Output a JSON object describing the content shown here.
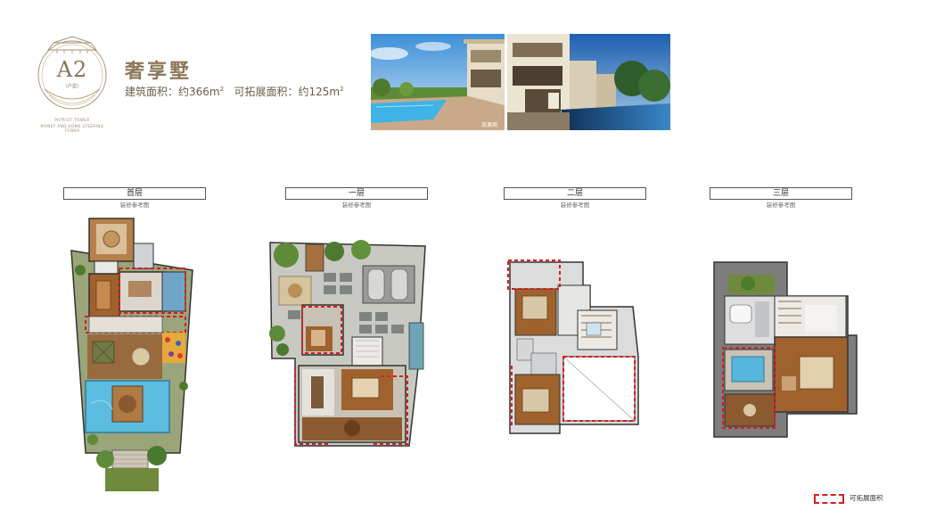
{
  "logo": {
    "code": "A2",
    "subcode": "(户型)",
    "caption_line1": "PATRIOT TOWER",
    "caption_line2": "MONEY AND HOME STEERING TOWER"
  },
  "header": {
    "title": "奢享墅",
    "area_label": "建筑面积：约366m",
    "area_sup": "2",
    "ext_label": "可拓展面积：约125m",
    "ext_sup": "2"
  },
  "photos": {
    "tag": "效果图"
  },
  "floors": [
    {
      "name": "首层",
      "sub": "装修参考图"
    },
    {
      "name": "一层",
      "sub": "装修参考图"
    },
    {
      "name": "二层",
      "sub": "装修参考图"
    },
    {
      "name": "三层",
      "sub": "装修参考图"
    }
  ],
  "legend": {
    "label": "可拓展面积",
    "color": "#d81e1e"
  },
  "colors": {
    "gold": "#8d7758",
    "extension": "#d81e1e",
    "wood": "#a0622d",
    "pool": "#5bbde0",
    "grass": "#6f8a3c"
  }
}
